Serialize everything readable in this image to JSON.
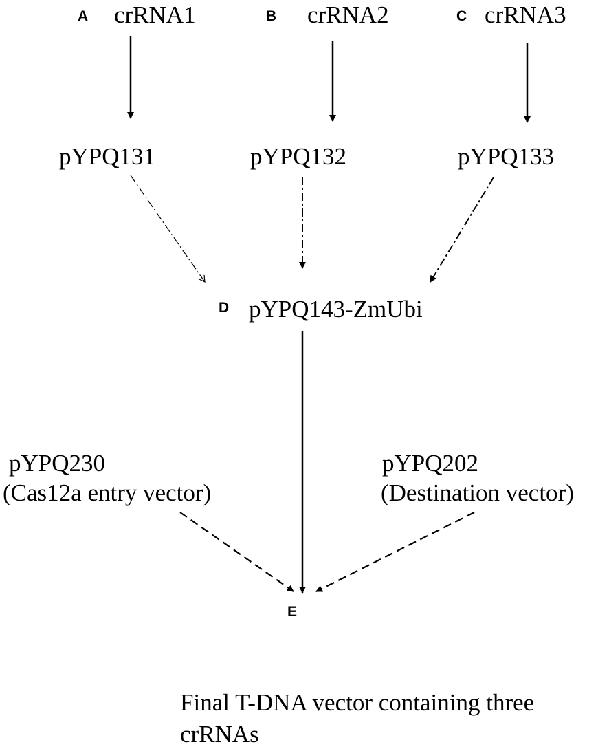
{
  "panels": {
    "a": "A",
    "b": "B",
    "c": "C",
    "d": "D",
    "e": "E"
  },
  "nodes": {
    "crrna1": "crRNA1",
    "crrna2": "crRNA2",
    "crrna3": "crRNA3",
    "pypq131": "pYPQ131",
    "pypq132": "pYPQ132",
    "pypq133": "pYPQ133",
    "pypq143": "pYPQ143-ZmUbi",
    "pypq230": "pYPQ230",
    "pypq230_note": "(Cas12a entry vector)",
    "pypq202": "pYPQ202",
    "pypq202_note": "(Destination vector)",
    "final_line1": "Final T-DNA vector containing three",
    "final_line2": "crRNAs"
  },
  "arrow_styles": {
    "solid": "solid",
    "dash_dot": "dash-dot",
    "dashed": "dashed"
  }
}
